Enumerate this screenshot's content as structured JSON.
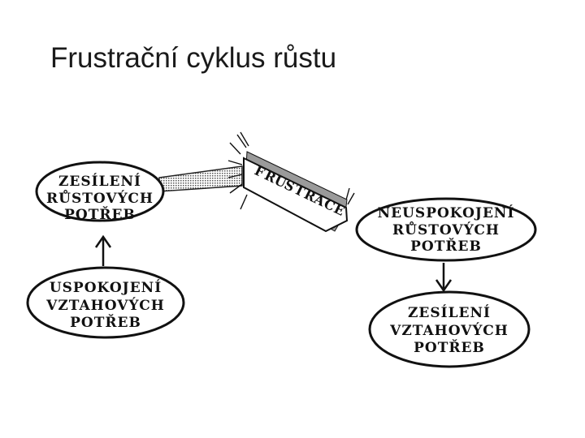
{
  "title": "Frustrační cyklus růstu",
  "nodes": {
    "growth_needs_strengthening": {
      "lines": [
        "ZESÍLENÍ",
        "RŮSTOVÝCH",
        "POTŘEB"
      ]
    },
    "relational_needs_satisfaction": {
      "lines": [
        "USPOKOJENÍ",
        "VZTAHOVÝCH",
        "POTŘEB"
      ]
    },
    "growth_needs_dissatisfaction": {
      "lines": [
        "NEUSPOKOJENÍ",
        "RŮSTOVÝCH",
        "POTŘEB"
      ]
    },
    "relational_needs_strengthening": {
      "lines": [
        "ZESÍLENÍ",
        "VZTAHOVÝCH",
        "POTŘEB"
      ]
    }
  },
  "banner": {
    "letters": [
      "F",
      "R",
      "U",
      "S",
      "T",
      "R",
      "A",
      "C",
      "E"
    ]
  }
}
